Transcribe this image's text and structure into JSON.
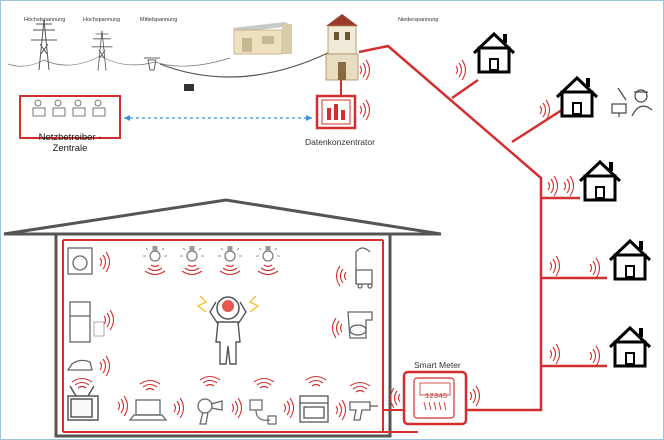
{
  "grid": {
    "voltage_levels": [
      "Höchstspannung",
      "Hochspannung",
      "Mittelspannung",
      "Niederspannung"
    ]
  },
  "nodes": {
    "operator_central": "Netzbetreiber - Zentrale",
    "data_concentrator": "Datenkonzentrator",
    "smart_meter": "Smart Meter",
    "meter_reading": "12345"
  },
  "colors": {
    "network": "#d32f2f",
    "building": "#555555",
    "link": "#3b8fd6",
    "icon": "#666666",
    "alarm": "#e53935"
  },
  "icons": [
    "pylon-icon",
    "transformer-building-icon",
    "substation-tower-icon",
    "house-icon",
    "hacker-icon",
    "washing-machine-icon",
    "fridge-icon",
    "iron-icon",
    "tv-icon",
    "laptop-icon",
    "hairdryer-icon",
    "charger-icon",
    "oven-icon",
    "drill-icon",
    "vacuum-icon",
    "mixer-icon",
    "bulb-icon",
    "stressed-person-icon",
    "smart-meter-icon",
    "wave-icon"
  ]
}
